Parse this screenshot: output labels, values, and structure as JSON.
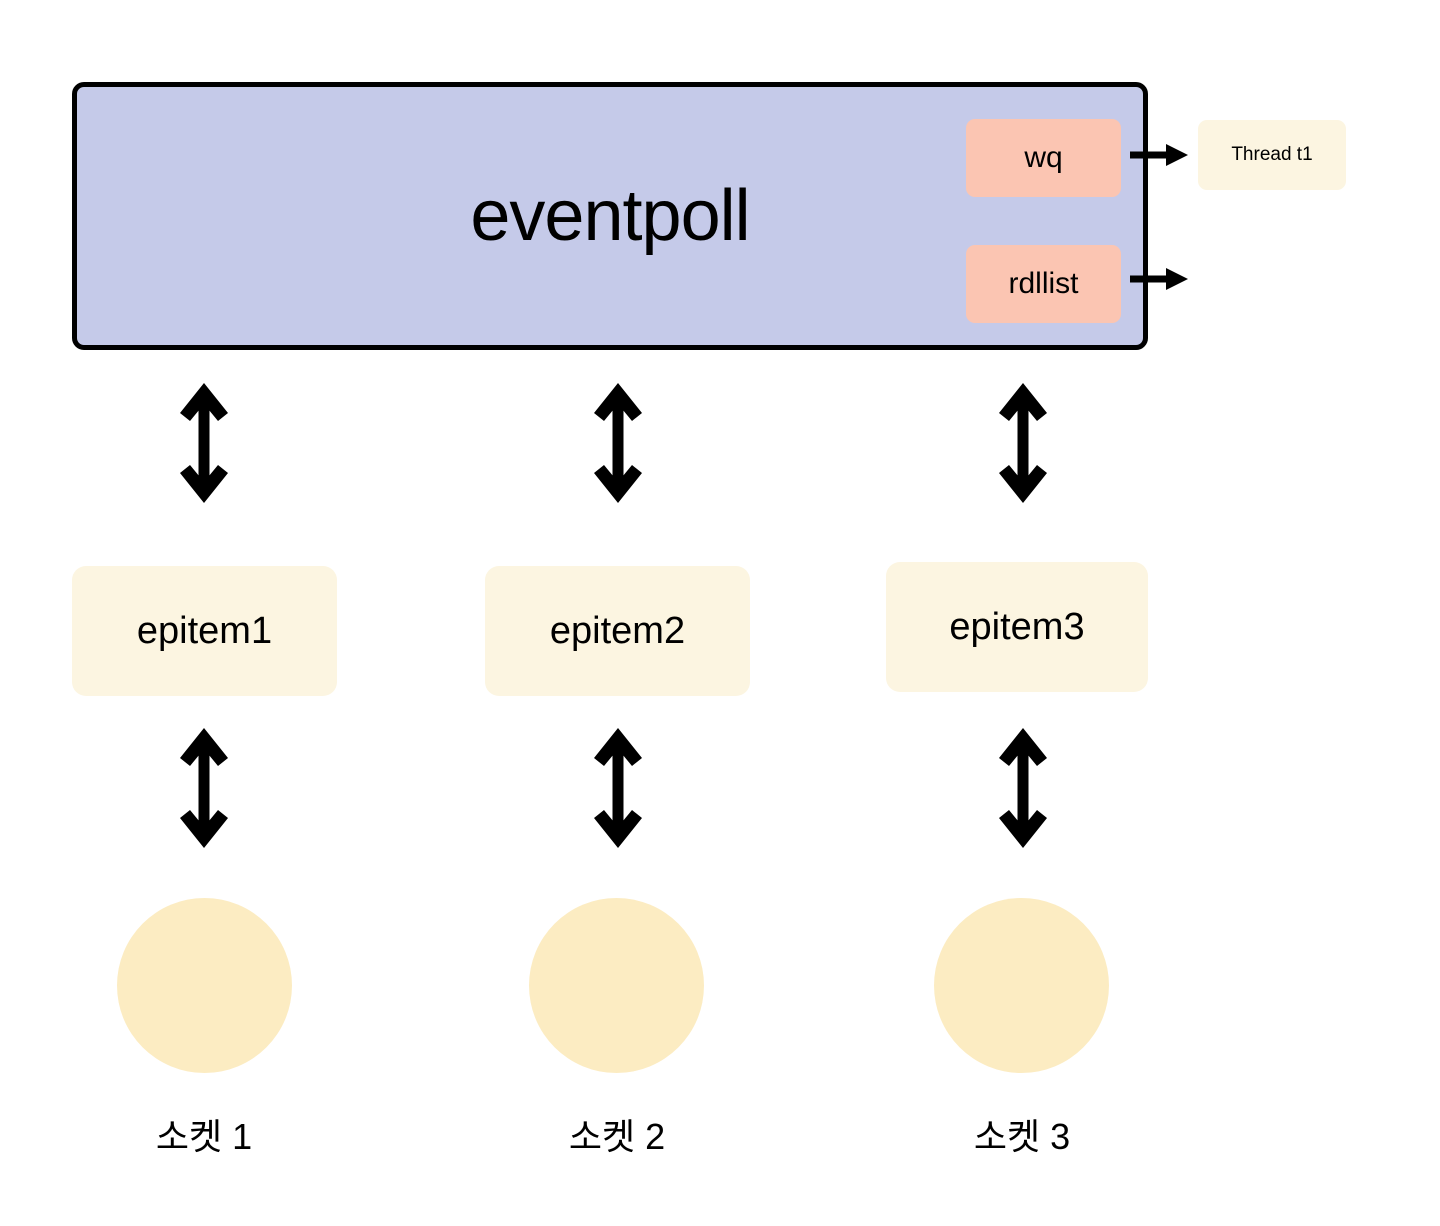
{
  "diagram": {
    "title": "eventpoll",
    "eventpoll": {
      "label": "eventpoll",
      "fields": [
        {
          "name": "wq",
          "label": "wq",
          "color": "#fbc5b2"
        },
        {
          "name": "rdllist",
          "label": "rdllist",
          "color": "#fbc5b2"
        }
      ],
      "fill": "#c5cae9",
      "border": "#000000"
    },
    "thread": {
      "label": "Thread t1",
      "fill": "#fcf5e1"
    },
    "epitems": [
      {
        "label": "epitem1"
      },
      {
        "label": "epitem2"
      },
      {
        "label": "epitem3"
      }
    ],
    "sockets": [
      {
        "label": "소켓 1"
      },
      {
        "label": "소켓 2"
      },
      {
        "label": "소켓 3"
      }
    ],
    "colors": {
      "lavender": "#c5cae9",
      "pink": "#fbc5b2",
      "cream": "#fcf5e1",
      "yellow": "#fcecc2",
      "stroke": "#000000",
      "background": "#ffffff"
    }
  }
}
